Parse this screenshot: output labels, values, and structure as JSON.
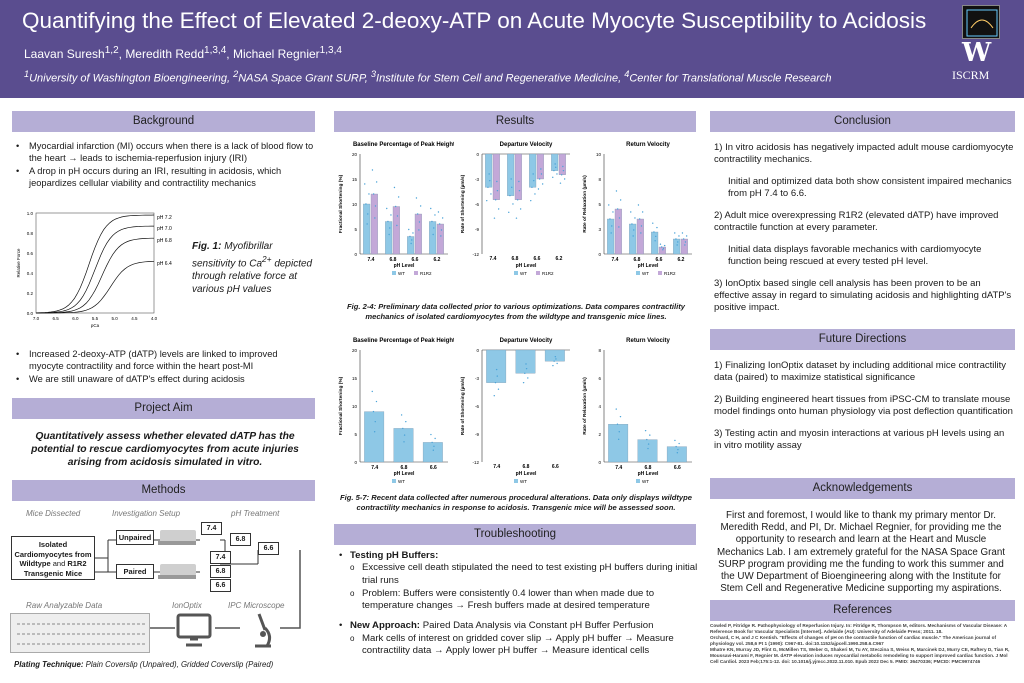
{
  "header": {
    "title": "Quantifying the Effect of Elevated 2-deoxy-ATP on Acute Myocyte Susceptibility to Acidosis",
    "authors": [
      {
        "name": "Laavan Suresh",
        "sup": "1,2"
      },
      {
        "name": "Meredith Redd",
        "sup": "1,3,4"
      },
      {
        "name": "Michael Regnier",
        "sup": "1,3,4"
      }
    ],
    "affiliations": [
      {
        "sup": "1",
        "text": "University of Washington Bioengineering"
      },
      {
        "sup": "2",
        "text": "NASA Space Grant SURP"
      },
      {
        "sup": "3",
        "text": "Institute for Stem Cell and Regenerative Medicine"
      },
      {
        "sup": "4",
        "text": "Center for Translational Muscle Research"
      }
    ],
    "logo_letter": "W",
    "logo_text": "ISCRM"
  },
  "colors": {
    "header": "#5a4d8f",
    "section_bar": "#b5aed6",
    "wt": "#8ec8e6",
    "r1r2": "#c3a8d8"
  },
  "background": {
    "heading": "Background",
    "bullets_top": [
      "Myocardial infarction (MI) occurs when there is a lack of blood flow to the heart → leads to ischemia-reperfusion injury (IRI)",
      "A drop in pH occurs during an IRI, resulting in acidosis, which jeopardizes cellular viability and contractility mechanics"
    ],
    "fig1_caption_lead": "Fig. 1:",
    "fig1_caption_a": "Myofibrillar sensitivity to Ca",
    "fig1_caption_sup": "2+",
    "fig1_caption_b": "depicted through relative force at various pH values",
    "bullets_bottom": [
      "Increased 2-deoxy-ATP (dATP) levels are linked to improved myocyte contractility and force within the heart post-MI",
      "We are still unaware of dATP's effect during acidosis"
    ]
  },
  "fig1": {
    "ylabel": "Relative Force",
    "xlabel": "pCa",
    "yticks": [
      "1.0",
      "0.8",
      "0.6",
      "0.4",
      "0.2",
      "0.0"
    ],
    "xticks": [
      "7.0",
      "6.5",
      "6.0",
      "5.5",
      "5.0",
      "4.5",
      "4.0"
    ],
    "curves": [
      "pH 7.2",
      "pH 7.0",
      "pH 6.8",
      "pH 6.4"
    ]
  },
  "aim": {
    "heading": "Project Aim",
    "text": "Quantitatively assess whether elevated dATP has the potential to rescue cardiomyocytes from acute injuries arising from acidosis simulated in vitro."
  },
  "methods": {
    "heading": "Methods",
    "labels": [
      "Mice Dissected",
      "Investigation Setup",
      "pH Treatment",
      "Raw Analyzable Data",
      "IonOptix",
      "IPC Microscope"
    ],
    "isolated": "Isolated Cardiomyocytes from",
    "wildtype": "Wildtype",
    "and": "and",
    "r1r2": "R1R2",
    "transgenic": "Transgenic Mice",
    "unpaired": "Unpaired",
    "paired": "Paired",
    "ph_unpaired": [
      "7.4",
      "6.8",
      "6.6"
    ],
    "ph_paired": [
      "7.4",
      "6.8",
      "6.6"
    ],
    "plating_lead": "Plating Technique:",
    "plating_text": "Plain Coverslip (Unpaired), Gridded Coverslip (Paired)"
  },
  "results": {
    "heading": "Results",
    "fig24_caption": "Fig. 2-4: Preliminary data collected prior to various optimizations. Data compares contractility mechanics of isolated cardiomyocytes from the wildtype and transgenic mice lines.",
    "fig57_caption": "Fig. 5-7: Recent data collected after numerous procedural alterations. Data only displays wildtype contractility mechanics in response to acidosis. Transgenic mice will be assessed soon."
  },
  "chart_data": [
    {
      "type": "bar",
      "title": "Baseline Percentage of Peak Height",
      "xlabel": "pH Level",
      "ylabel": "Fractional Shortening (%)",
      "categories": [
        "7.4",
        "6.8",
        "6.6",
        "6.2"
      ],
      "ylim": [
        0,
        20
      ],
      "series": [
        {
          "name": "WT",
          "values": [
            10,
            6.5,
            3.5,
            6.5
          ]
        },
        {
          "name": "R1R2",
          "values": [
            12,
            9.5,
            8,
            6
          ]
        }
      ]
    },
    {
      "type": "bar",
      "title": "Departure Velocity",
      "xlabel": "pH Level",
      "ylabel": "Rate of Shortening (µm/s)",
      "categories": [
        "7.4",
        "6.8",
        "6.6",
        "6.2"
      ],
      "ylim": [
        -12,
        0
      ],
      "series": [
        {
          "name": "WT",
          "values": [
            -4,
            -5,
            -4,
            -2
          ]
        },
        {
          "name": "R1R2",
          "values": [
            -5.5,
            -5.5,
            -3,
            -2.5
          ]
        }
      ]
    },
    {
      "type": "bar",
      "title": "Return Velocity",
      "xlabel": "pH Level",
      "ylabel": "Rate of Relaxation (µm/s)",
      "categories": [
        "7.4",
        "6.8",
        "6.6",
        "6.2"
      ],
      "ylim": [
        0,
        10
      ],
      "series": [
        {
          "name": "WT",
          "values": [
            3.5,
            3,
            2.2,
            1.5
          ]
        },
        {
          "name": "R1R2",
          "values": [
            4.5,
            3.5,
            0.7,
            1.5
          ]
        }
      ]
    },
    {
      "type": "bar",
      "title": "Baseline Percentage of Peak Height",
      "xlabel": "pH Level",
      "ylabel": "Fractional Shortening (%)",
      "categories": [
        "7.4",
        "6.8",
        "6.6"
      ],
      "ylim": [
        0,
        20
      ],
      "series": [
        {
          "name": "WT",
          "values": [
            9,
            6,
            3.5
          ]
        }
      ]
    },
    {
      "type": "bar",
      "title": "Departure Velocity",
      "xlabel": "pH Level",
      "ylabel": "Rate of Shortening (µm/s)",
      "categories": [
        "7.4",
        "6.8",
        "6.6"
      ],
      "ylim": [
        -12,
        0
      ],
      "series": [
        {
          "name": "WT",
          "values": [
            -3.5,
            -2.5,
            -1.2
          ]
        }
      ]
    },
    {
      "type": "bar",
      "title": "Return Velocity",
      "xlabel": "pH Level",
      "ylabel": "Rate of Relaxation (µm/s)",
      "categories": [
        "7.4",
        "6.8",
        "6.6"
      ],
      "ylim": [
        0,
        8
      ],
      "series": [
        {
          "name": "WT",
          "values": [
            2.7,
            1.6,
            1.1
          ]
        }
      ]
    }
  ],
  "troubleshooting": {
    "heading": "Troubleshooting",
    "item1_lead": "Testing pH Buffers:",
    "item1_subs": [
      "Excessive cell death stipulated the need to test existing pH buffers during initial trial runs",
      "Problem: Buffers were consistently 0.4 lower than when made due to temperature changes → Fresh buffers made at desired temperature"
    ],
    "item2_lead": "New Approach:",
    "item2_text": "Paired Data Analysis via Constant pH Buffer Perfusion",
    "item2_subs": [
      "Mark cells of interest on gridded cover slip → Apply pH buffer → Measure contractility data → Apply lower pH buffer → Measure identical cells"
    ]
  },
  "conclusion": {
    "heading": "Conclusion",
    "items": [
      "1) In vitro acidosis has negatively impacted adult mouse cardiomyocyte contractility mechanics.",
      "Initial and optimized data both show consistent impaired mechanics from pH 7.4 to 6.6.",
      "2) Adult mice overexpressing R1R2 (elevated dATP) have improved contractile function at every parameter.",
      "Initial data displays favorable mechanics with cardiomyocyte function being rescued at every tested pH level.",
      "3) IonOptix based single cell analysis has been proven to be an effective assay in regard to simulating acidosis and highlighting dATP's positive impact."
    ]
  },
  "future": {
    "heading": "Future Directions",
    "items": [
      "1) Finalizing IonOptix dataset by including additional mice contractility data (paired) to maximize statistical significance",
      "2) Building engineered heart tissues from iPSC-CM to translate mouse model findings onto human physiology via post deflection quantification",
      "3) Testing actin and myosin interactions at various pH levels using an in vitro motility assay"
    ]
  },
  "acknowledgements": {
    "heading": "Acknowledgements",
    "text": "First and foremost, I would like to thank my primary mentor Dr. Meredith Redd, and PI, Dr. Michael Regnier, for providing me the opportunity to research and learn at the Heart and Muscle Mechanics Lab. I am extremely grateful for the NASA Space Grant SURP program providing me the funding to work this summer and the UW Department of Bioengineering along with the Institute for Stem Cell and Regenerative Medicine supporting my aspirations."
  },
  "references": {
    "heading": "References",
    "items": [
      "Cowled P, Fitridge R. Pathophysiology of Reperfusion Injury. In: Fitridge R, Thompson M, editors. Mechanisms of Vascular Disease: A Reference Book for Vascular Specialists [Internet]. Adelaide (AU): University of Adelaide Press; 2011. 18.",
      "Orchard, C H, and J C Kentish. \"Effects of changes of pH on the contractile function of cardiac muscle.\" The American journal of physiology vol. 258,6 Pt 1 (1990): C967-81. doi:10.1152/ajpcell.1990.258.6.C967",
      "Mhatre KN, Murray JD, Flint G, McMillen TS, Weber G, Shakeri M, Tu AY, Steczina S, Weiss R, Marcinek DJ, Murry CE, Raftery D, Tian R, Moussavi-Harami F, Regnier M. dATP elevation induces myocardial metabolic remodeling to support improved cardiac function. J Mol Cell Cardiol. 2023 Feb;175:1-12. doi: 10.1016/j.yjmcc.2022.11.010. Epub 2022 Dec 5. PMID: 36470336; PMCID: PMC9974746"
    ]
  }
}
